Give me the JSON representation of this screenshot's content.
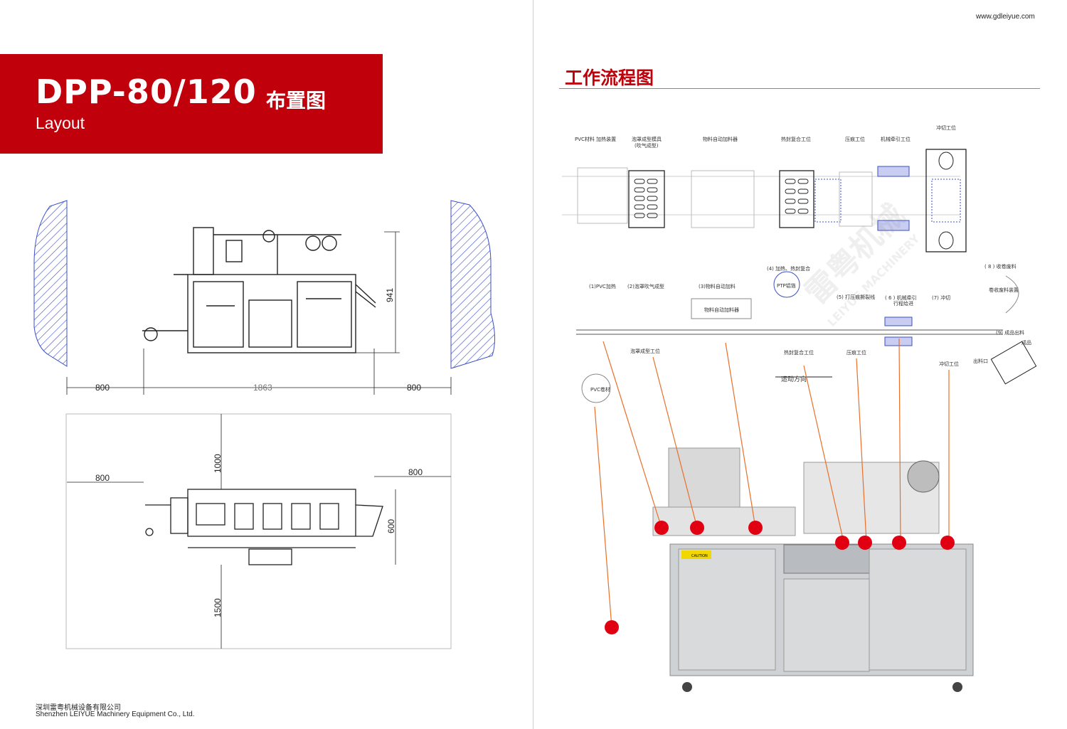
{
  "left_page": {
    "model": "DPP-80/120",
    "model_cn": "布置图",
    "layout_en": "Layout",
    "dims_front": {
      "left": "800",
      "middle": "1863",
      "right": "800",
      "height": "941"
    },
    "dims_top": {
      "top": "1000",
      "left": "800",
      "right": "800",
      "depth": "600",
      "bottom": "1500"
    },
    "company_cn": "深圳雷粤机械设备有限公司",
    "company_en": "Shenzhen LEIYUE Machinery Equipment Co., Ltd."
  },
  "right_page": {
    "website": "www.gdleiyue.com",
    "workflow_title": "工作流程图",
    "station_labels": {
      "pvc_heating": "PVC材料 加热装置",
      "mold": "泡罩成型模具",
      "mold_sub": "(吹气成型)",
      "feeder": "物料自动加料器",
      "heat_seal": "热封复合工位",
      "press": "压痕工位",
      "traction": "机械牵引工位",
      "cutting": "冲切工位"
    },
    "process_labels": {
      "s1": "(1)PVC加热",
      "s2": "(2)泡罩吹气成型",
      "s3": "(3)物料自动加料",
      "s4": "(4) 加热、热封复合",
      "ptp": "PTP铝箔",
      "s5": "(5) 打压痕撕裂线",
      "s6a": "( 6 ) 机械牵引",
      "s6b": "行程给进",
      "s7": "(7) 冲切",
      "s8": "( 8 ) 收卷废料",
      "waste": "卷收废料装置",
      "s9": "(9) 成品出料",
      "product": "成品",
      "outlet": "出料口",
      "feeder_box": "物料自动加料器",
      "blister_station": "泡罩成型工位",
      "heat_seal_station": "热封复合工位",
      "press_station": "压痕工位",
      "cut_station": "冲切工位",
      "direction": "运动方向",
      "pvc_roll": "PVC卷材"
    },
    "machine_labels": {
      "caution": "CAUTION"
    },
    "watermark": {
      "cn": "雷粤机械",
      "en": "LEIYUE MACHINERY"
    }
  },
  "colors": {
    "brand_red": "#c0000a",
    "hatch_blue": "#3b4fc7",
    "marker_red": "#e00012",
    "arrow_orange": "#e8702a"
  }
}
